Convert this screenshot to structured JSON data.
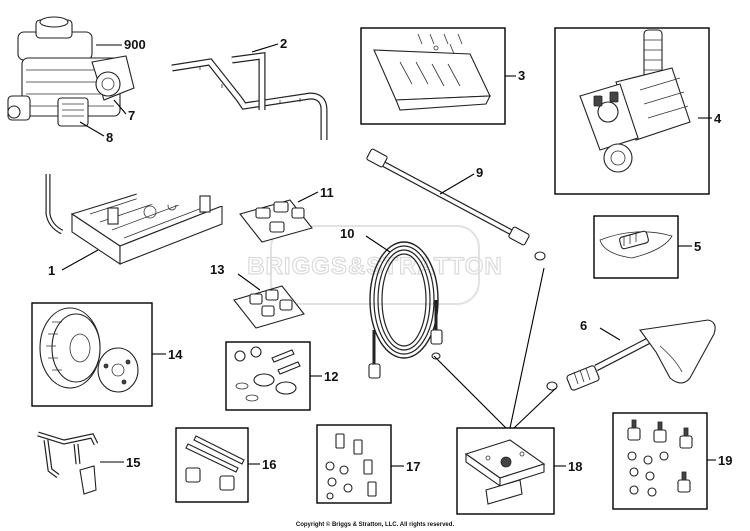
{
  "watermark": "BRIGGS&STRATTON",
  "copyright": "Copyright © Briggs & Stratton, LLC. All rights reserved.",
  "callouts": [
    {
      "id": "900",
      "label": "900"
    },
    {
      "id": "1",
      "label": "1"
    },
    {
      "id": "2",
      "label": "2"
    },
    {
      "id": "3",
      "label": "3"
    },
    {
      "id": "4",
      "label": "4"
    },
    {
      "id": "5",
      "label": "5"
    },
    {
      "id": "6",
      "label": "6"
    },
    {
      "id": "7",
      "label": "7"
    },
    {
      "id": "8",
      "label": "8"
    },
    {
      "id": "9",
      "label": "9"
    },
    {
      "id": "10",
      "label": "10"
    },
    {
      "id": "11",
      "label": "11"
    },
    {
      "id": "12",
      "label": "12"
    },
    {
      "id": "13",
      "label": "13"
    },
    {
      "id": "14",
      "label": "14"
    },
    {
      "id": "15",
      "label": "15"
    },
    {
      "id": "16",
      "label": "16"
    },
    {
      "id": "17",
      "label": "17"
    },
    {
      "id": "18",
      "label": "18"
    },
    {
      "id": "19",
      "label": "19"
    }
  ]
}
